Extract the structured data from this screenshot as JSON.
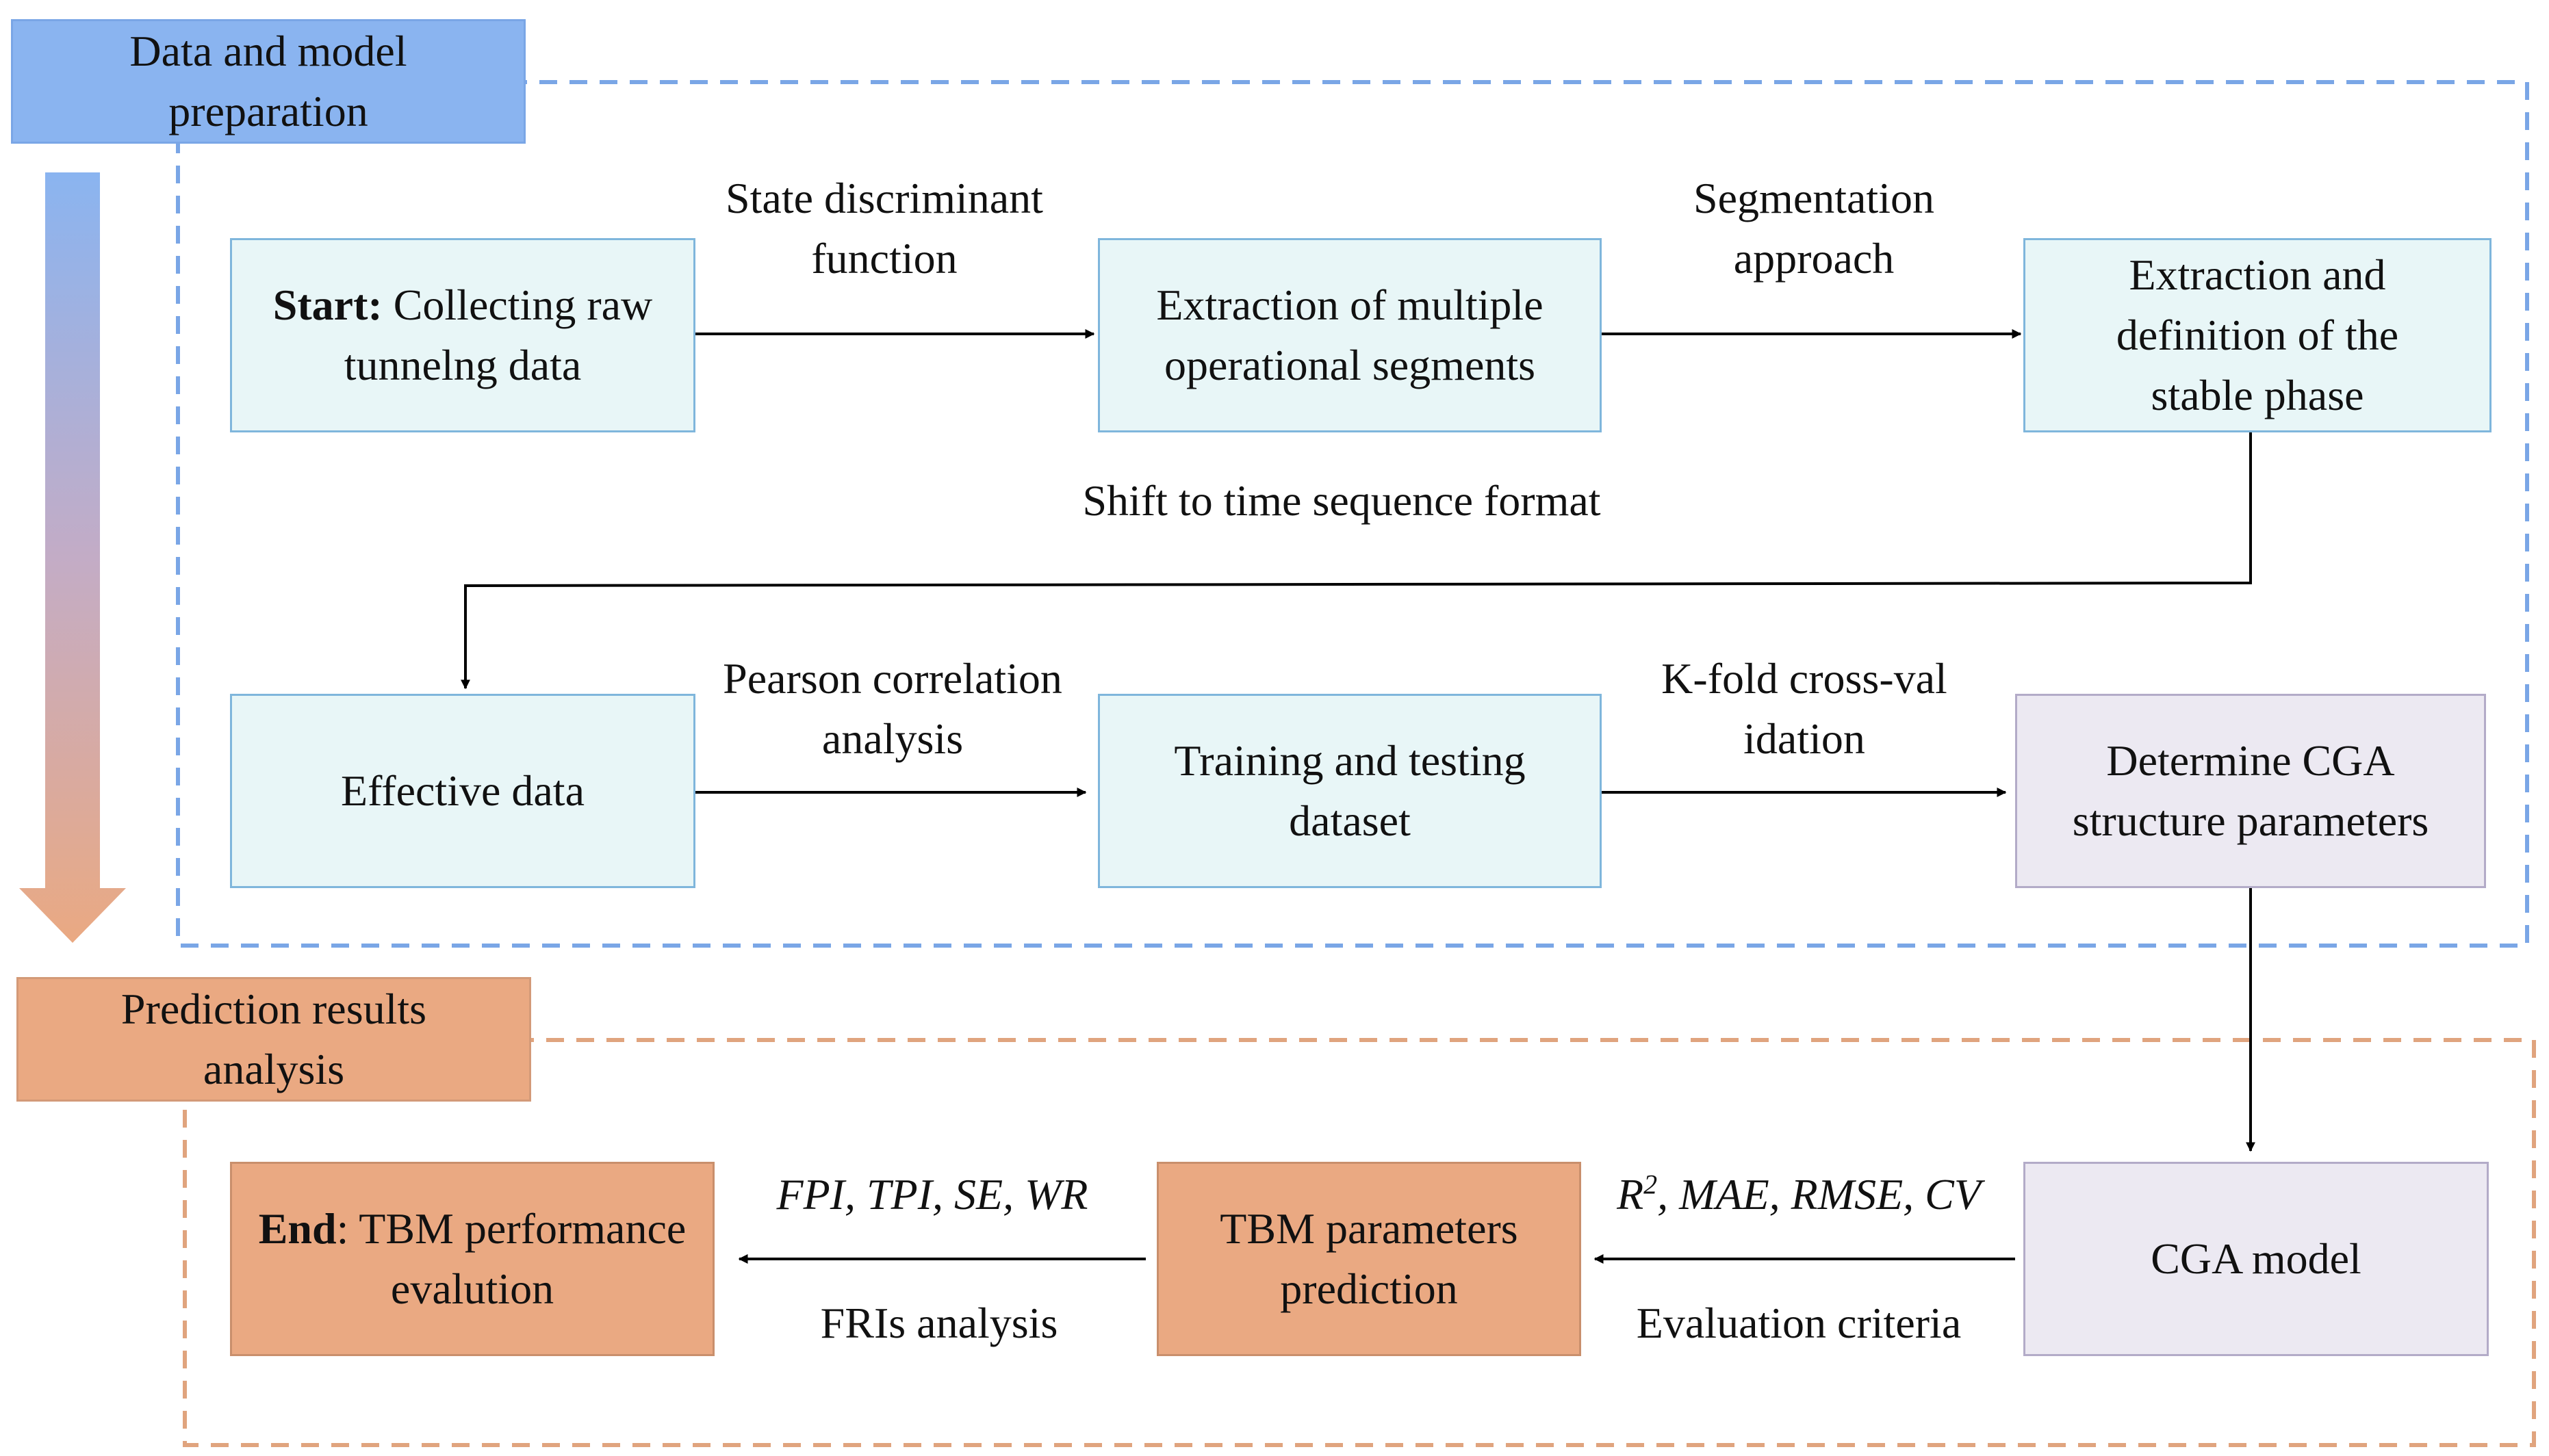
{
  "stages": {
    "preparation": "Data and model preparation",
    "analysis": "Prediction results analysis"
  },
  "nodes": {
    "start": {
      "bold": "Start:",
      "rest": " Collecting raw tunnelng data"
    },
    "extraction_segments": "Extraction of multiple operational segments",
    "stable_phase": "Extraction and definition of the stable phase",
    "effective_data": "Effective data",
    "training_testing": "Training  and testing dataset",
    "determine_cga": "Determine CGA structure parameters",
    "cga_model": "CGA model",
    "tbm_prediction": "TBM parameters prediction",
    "end": {
      "bold": "End",
      "rest": ": TBM performance evalution"
    }
  },
  "edge_labels": {
    "state_discriminant": "State discriminant function",
    "segmentation": "Segmentation approach",
    "shift_time": "Shift to time sequence format",
    "pearson": "Pearson correlation analysis",
    "kfold": "K-fold cross-validation",
    "metrics": {
      "r": "R",
      "sup": "2",
      "rest": ", MAE, RMSE, CV"
    },
    "evaluation": "Evaluation criteria",
    "fpi": "FPI, TPI, SE, WR",
    "fris": "FRIs analysis"
  },
  "colors": {
    "blue_stage": "#8ab4f0",
    "orange_stage": "#eaa982",
    "teal_box": "#e8f6f7",
    "lavender_box": "#ece9f2",
    "orange_box": "#eaa982",
    "blue_dash": "#7aa6e6",
    "orange_dash": "#e0a47e"
  }
}
